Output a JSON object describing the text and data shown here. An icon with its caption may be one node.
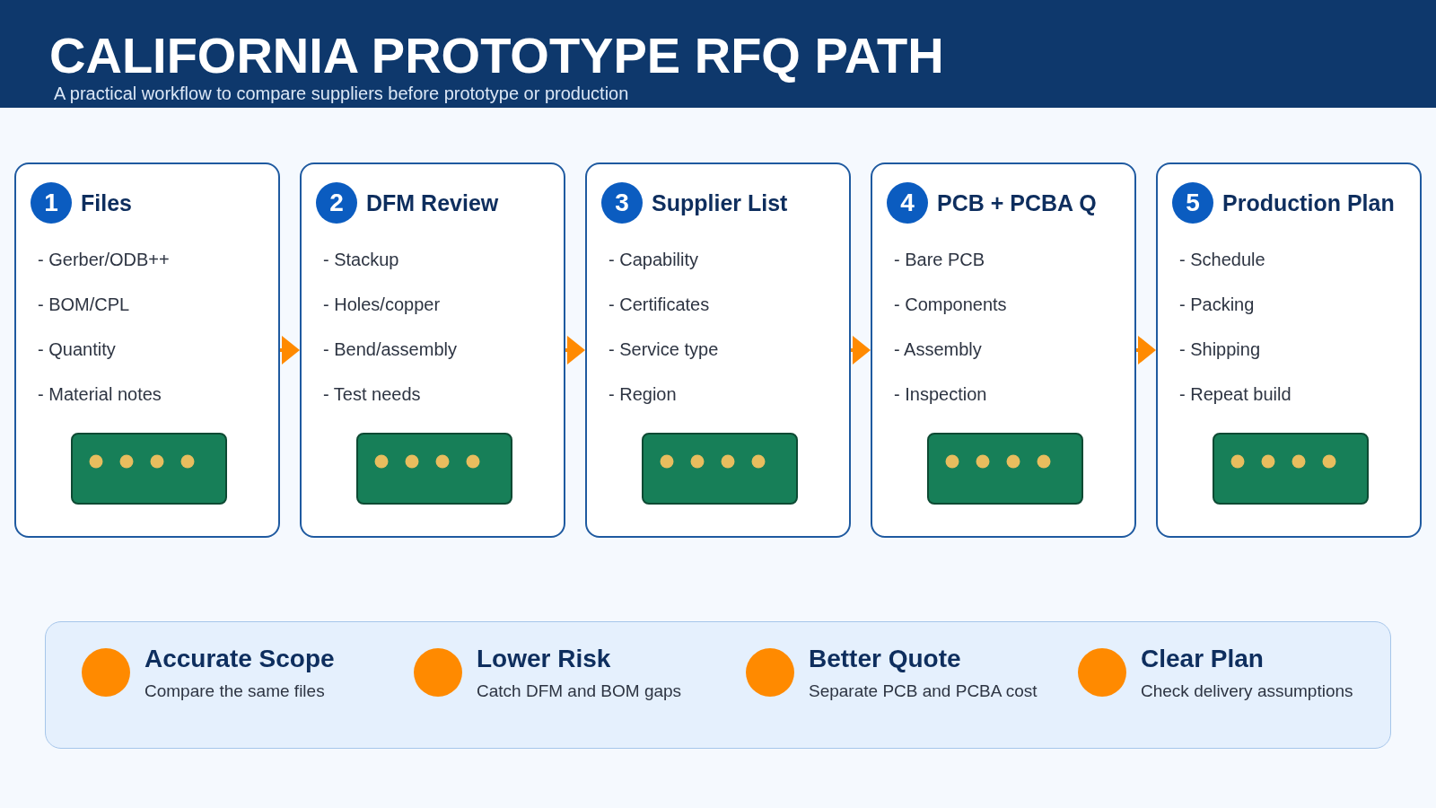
{
  "diagram": {
    "title": "CALIFORNIA PROTOTYPE RFQ PATH",
    "nodes": [
      {
        "text": [
          "Files",
          "- Gerber/ODB++",
          "- BOM/CPL",
          "- Quantity",
          "- Material notes"
        ]
      },
      {
        "text": [
          "1"
        ],
        "in": 0
      },
      {
        "text": [
          "DFM Review",
          "- Stackup",
          "- Holes/copper",
          "- Bend/assembly",
          "- Test needs"
        ]
      },
      {
        "text": [
          "2"
        ],
        "in": 2
      },
      {
        "text": [
          "Supplier List",
          "- Capability",
          "- Certificates",
          "- Service type",
          "- Region"
        ]
      },
      {
        "text": [
          "3"
        ],
        "in": 4
      },
      {
        "text": [
          "PCB + PCBA Q",
          "- Bare PCB",
          "- Components",
          "- Assembly",
          "- Inspection"
        ]
      },
      {
        "text": [
          "4"
        ],
        "in": 6
      },
      {
        "text": [
          "Production Plan",
          "- Schedule",
          "- Packing",
          "- Shipping",
          "- Repeat build"
        ]
      },
      {
        "text": [
          "5"
        ],
        "in": 8
      },
      {
        "text": [],
        "shape": "box"
      },
      {
        "text": [],
        "shape": "circle",
        "in": 10,
        "beside": [
          "Accurate Scope",
          "Compare the same files"
        ]
      },
      {
        "text": [],
        "shape": "circle",
        "in": 10,
        "beside": [
          "Lower Risk",
          "Catch DFM and BOM gaps"
        ]
      },
      {
        "text": [],
        "shape": "circle",
        "in": 10,
        "beside": [
          "Better Quote",
          "Separate PCB and PCBA cost"
        ]
      },
      {
        "text": [],
        "shape": "circle",
        "in": 10,
        "beside": [
          "Clear Plan",
          "Check delivery assumptions"
        ]
      }
    ],
    "edges": [
      {
        "from": 0,
        "to": 2,
        "arrow": "to"
      },
      {
        "from": 2,
        "to": 4,
        "arrow": "to"
      },
      {
        "from": 4,
        "to": 6,
        "arrow": "to"
      },
      {
        "from": 6,
        "to": 8,
        "arrow": "to"
      }
    ],
    "labels": [
      "A practical workflow to compare suppliers before prototype or production"
    ]
  }
}
